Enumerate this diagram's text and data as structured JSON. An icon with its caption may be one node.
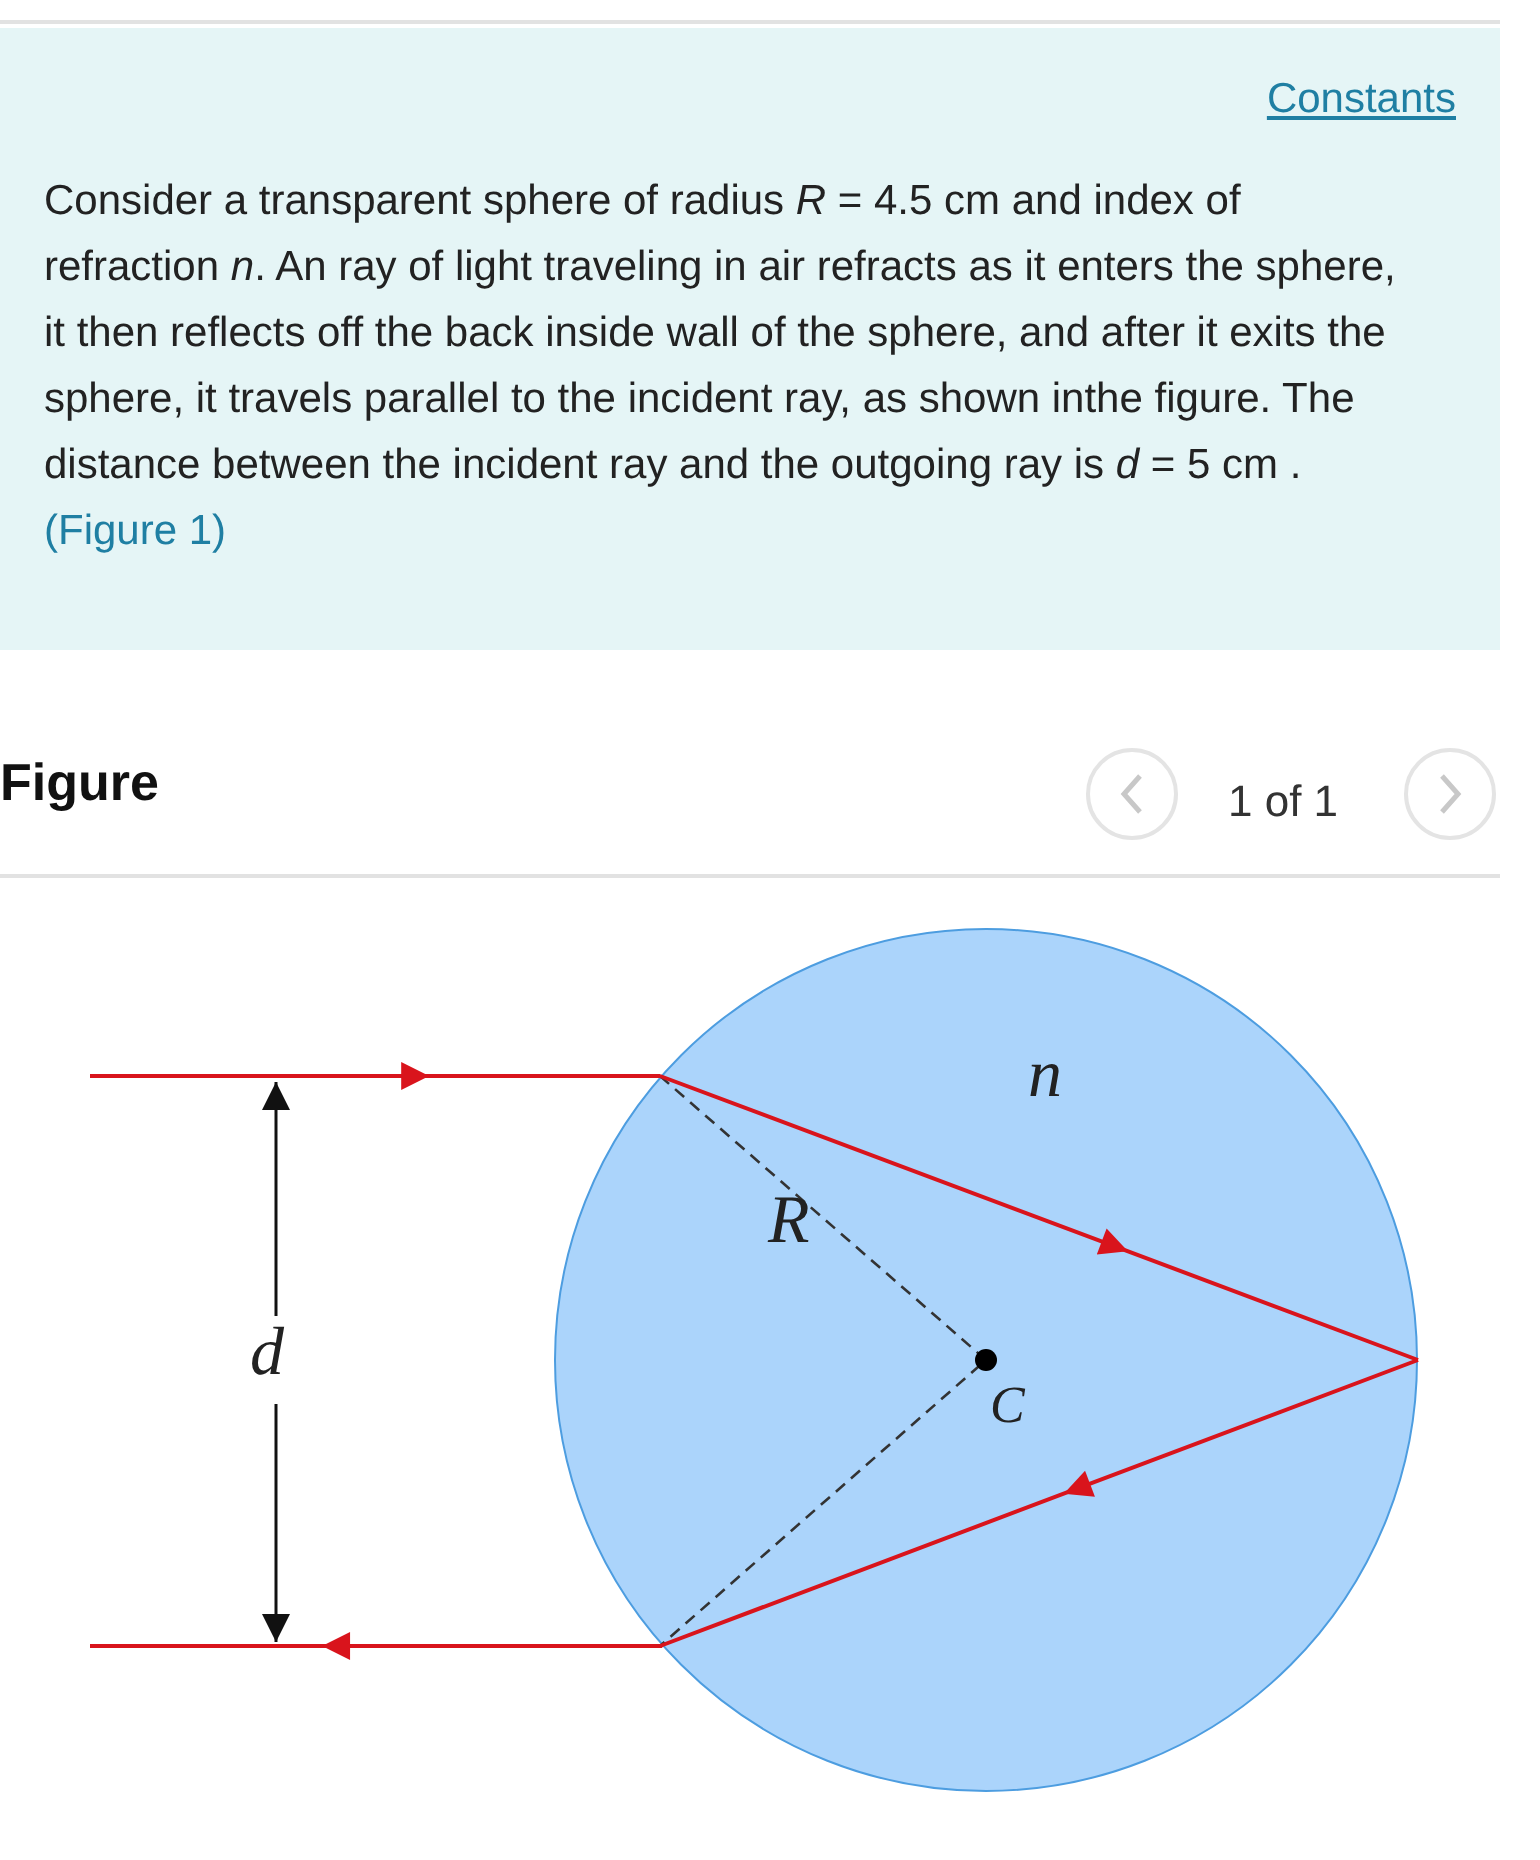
{
  "diagram": {
    "nodes": [
      {
        "text": [
          "*n*"
        ]
      }
    ],
    "labels": [
      "Constants",
      "Consider a transparent sphere of radius *R* = 4.5 cm and index of refraction *n*. An ray of light traveling in air refracts as it enters the sphere, it then reflects off the back inside wall of the sphere, and after it exits the sphere, it travels parallel to the incident ray, as shown inthe figure. The distance between the incident ray and the outgoing ray is *d* = 5 cm .",
      "(Figure 1)",
      "Figure",
      "1 of 1",
      "*R*",
      "*C*",
      "*d*"
    ]
  }
}
